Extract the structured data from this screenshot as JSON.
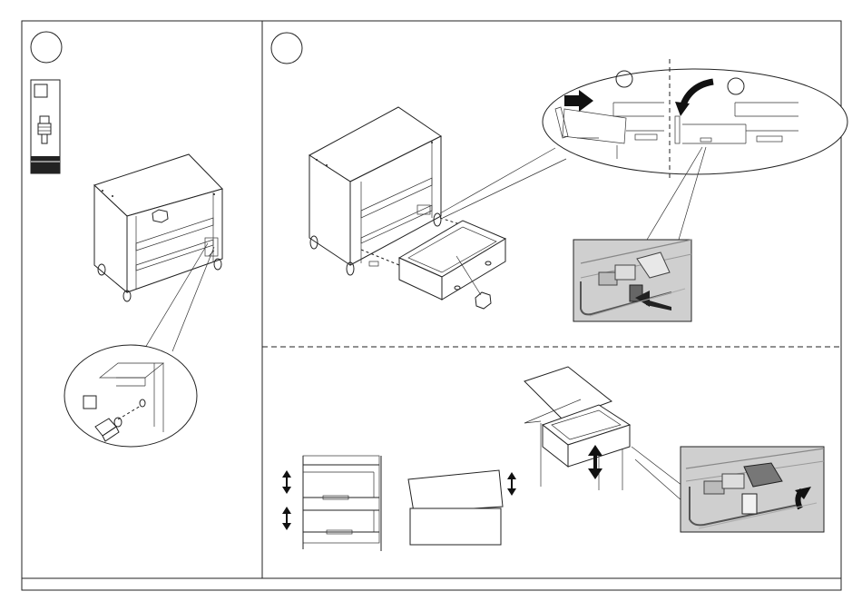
{
  "page": {
    "background": "#ffffff",
    "line_color": "#222222",
    "photo_color": "#cfcfcf"
  },
  "panels": {
    "left": {
      "step_circle": "empty-step-circle",
      "part_box": "dowel-part-box",
      "detail": "dowel-insertion-detail"
    },
    "right_top": {
      "step_circle": "empty-step-circle",
      "detail": "drawer-slide-insertion-detail",
      "photo": "slide-lever-photo"
    },
    "right_bottom": {
      "figures": [
        "drawer-gap-check",
        "drawer-front-alignment",
        "drawer-height-adjust",
        "slide-lever-adjust-photo"
      ]
    }
  },
  "icons": {
    "arrow_right": "arrow-right-icon",
    "arrow_curved": "arrow-curved-icon",
    "arrow_updown": "arrow-updown-icon",
    "hex": "hex-nut-icon"
  }
}
